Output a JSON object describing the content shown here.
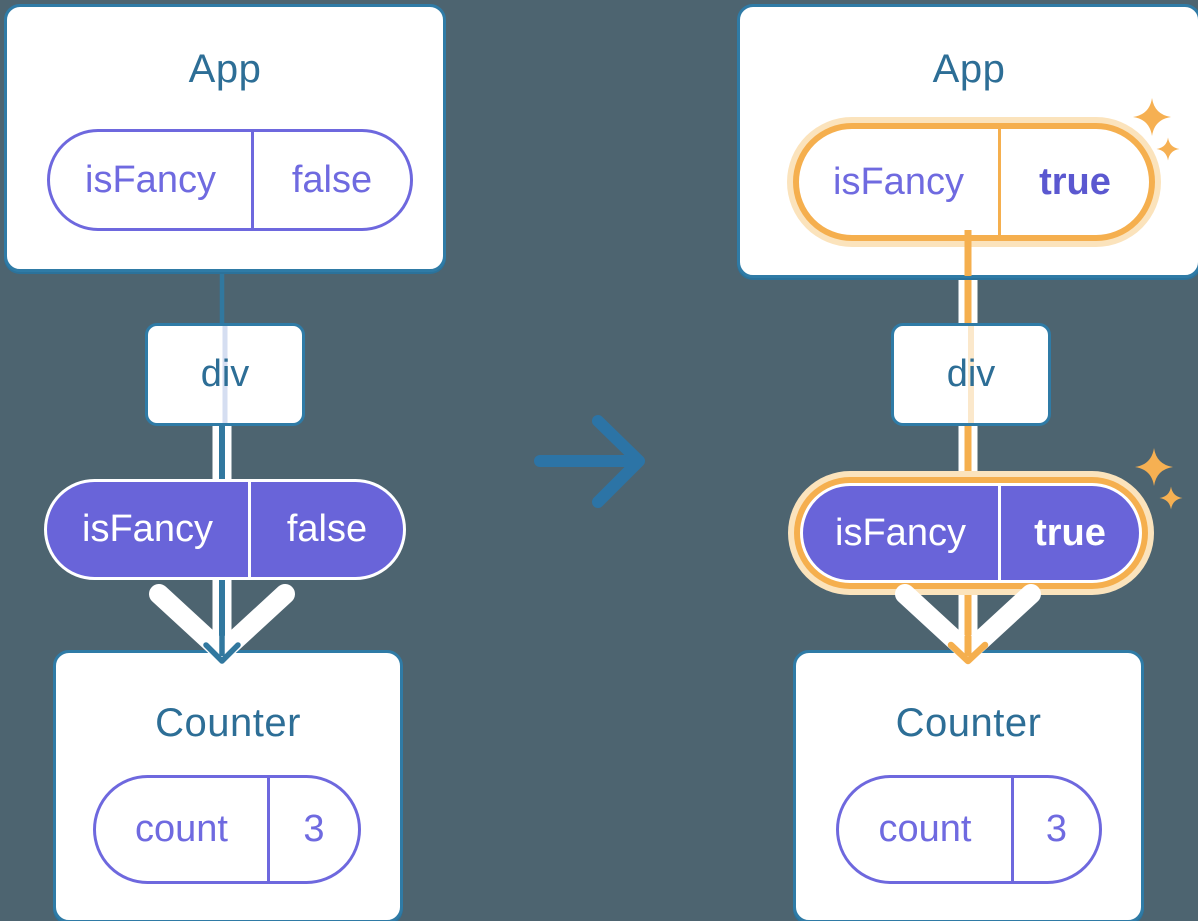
{
  "colors": {
    "background": "#4D6470",
    "card_background": "#FFFFFF",
    "card_border_teal": "#2F7BA6",
    "title_teal": "#2D6E96",
    "state_purple_fill": "#6964D9",
    "state_purple_border": "#6E68DE",
    "state_purple_text": "#6F6AE0",
    "state_purple_text_bold": "#5B58D0",
    "teal_flow_line": "#31789F",
    "pale_flow_line": "#D5DEF1",
    "highlight_orange": "#F5AF4E",
    "highlight_orange_halo": "#FBE3BC",
    "pale_orange_flow_line": "#FBE8CB",
    "sparkle_orange": "#F6B052",
    "transition_arrow_blue": "#2C74A6"
  },
  "before": {
    "app_title": "App",
    "app_state": {
      "name": "isFancy",
      "value": "false"
    },
    "div_label": "div",
    "prop": {
      "name": "isFancy",
      "value": "false"
    },
    "counter_title": "Counter",
    "counter_state": {
      "name": "count",
      "value": "3"
    }
  },
  "after": {
    "app_title": "App",
    "app_state": {
      "name": "isFancy",
      "value": "true"
    },
    "div_label": "div",
    "prop": {
      "name": "isFancy",
      "value": "true"
    },
    "counter_title": "Counter",
    "counter_state": {
      "name": "count",
      "value": "3"
    }
  }
}
